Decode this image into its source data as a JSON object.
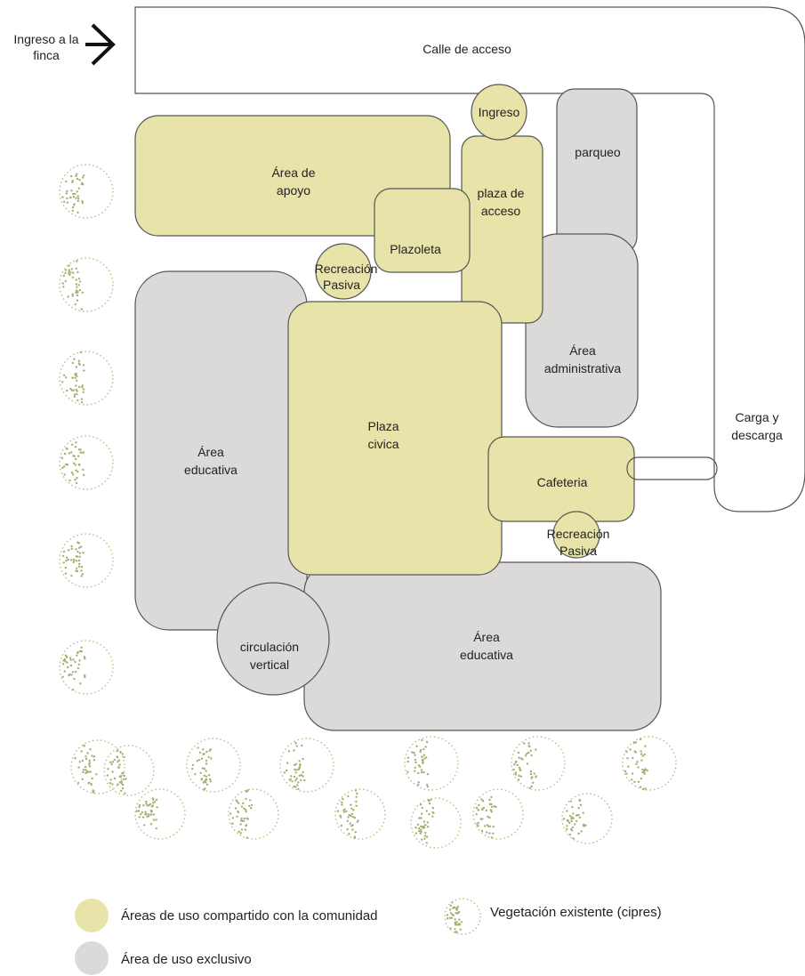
{
  "entry": {
    "line1": "Ingreso a la",
    "line2": "finca"
  },
  "zones": {
    "calle": "Calle de acceso",
    "ingreso": "Ingreso",
    "apoyo": [
      "Área de",
      "apoyo"
    ],
    "plaza_acceso": [
      "plaza de",
      "acceso"
    ],
    "parqueo": "parqueo",
    "plazoleta": "Plazoleta",
    "recreacion_1": [
      "Recreación",
      "Pasiva"
    ],
    "educativa_1": [
      "Área",
      "educativa"
    ],
    "plaza_civica": [
      "Plaza",
      "civica"
    ],
    "administrativa": [
      "Área",
      "administrativa"
    ],
    "carga": [
      "Carga y",
      "descarga"
    ],
    "cafeteria": "Cafeteria",
    "recreacion_2": [
      "Recreación",
      "Pasiva"
    ],
    "circulacion": [
      "circulación",
      "vertical"
    ],
    "educativa_2": [
      "Área",
      "educativa"
    ]
  },
  "legend": {
    "shared": "Áreas de uso compartido con la comunidad",
    "exclusive": "Área de uso exclusivo",
    "vegetation": "Vegetación existente (cipres)"
  },
  "colors": {
    "shared": "#e8e3a8",
    "exclusive": "#dcdad8",
    "vegetation": "#a8ae72",
    "outline": "#555555"
  }
}
